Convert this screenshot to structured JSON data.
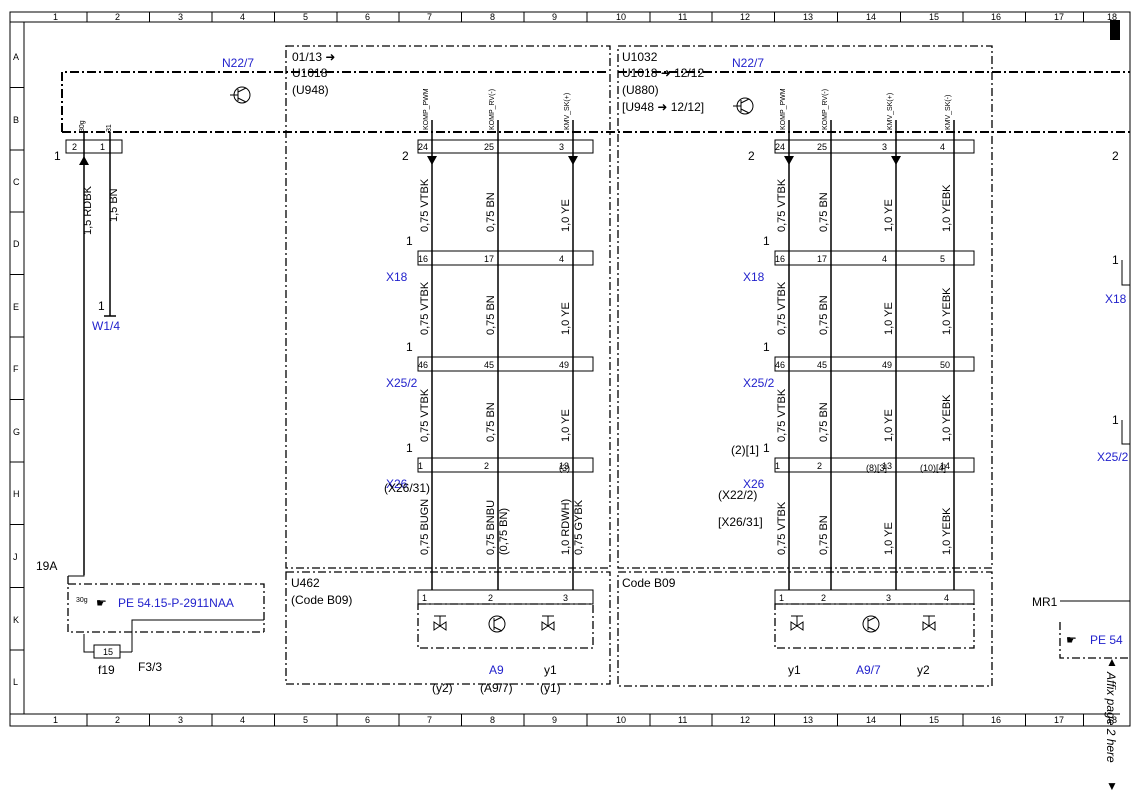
{
  "frame": {
    "columns": [
      "1",
      "2",
      "3",
      "4",
      "5",
      "6",
      "7",
      "8",
      "9",
      "10",
      "11",
      "12",
      "13",
      "14",
      "15",
      "16",
      "17",
      "18"
    ],
    "rows": [
      "A",
      "B",
      "C",
      "D",
      "E",
      "F",
      "G",
      "H",
      "J",
      "K",
      "L"
    ]
  },
  "side_note": "Affix page 2 here",
  "left": {
    "n22_label": "N22/7",
    "pins": [
      "2",
      "1"
    ],
    "pin_sig": [
      "30g",
      "31"
    ],
    "conn_num": "1",
    "wires": [
      "1,5 RDBK",
      "1,5 BN"
    ],
    "w_label": "W1/4",
    "w_num": "1",
    "j19": "19A",
    "pe_sig": "30g",
    "pe_ref": "PE 54.15-P-2911NAA",
    "fuse_num": "15",
    "fuse_label": "f19",
    "fuse_ref": "F3/3"
  },
  "block_a": {
    "header": [
      "01/13 ➜",
      "U1018",
      "(U948)"
    ],
    "ctrl_num": "2",
    "pins": [
      "24",
      "25",
      "3"
    ],
    "sigs": [
      "KOMP_PWM",
      "KOMP_RV(-)",
      "KMV_SK(+)"
    ],
    "wires_1": [
      "0,75 VTBK",
      "0,75 BN",
      "1,0 YE"
    ],
    "x18": {
      "label": "X18",
      "num": "1",
      "pins": [
        "16",
        "17",
        "4"
      ]
    },
    "wires_2": [
      "0,75 VTBK",
      "0,75 BN",
      "1,0 YE"
    ],
    "x252": {
      "label": "X25/2",
      "num": "1",
      "pins": [
        "46",
        "45",
        "49"
      ]
    },
    "wires_3": [
      "0,75 VTBK",
      "0,75 BN",
      "1,0 YE"
    ],
    "x26": {
      "label": "X26",
      "alt": "(X26/31)",
      "num": "1",
      "pins": [
        "1",
        "2",
        "13"
      ],
      "pin_alt": "(3)"
    },
    "wires_4": [
      "0,75 BUGN",
      "0,75 BNBU",
      "1,0 RDWH)"
    ],
    "wires_4b": [
      "",
      "(0,75 BN)",
      "0,75 GYBK"
    ],
    "u462": [
      "U462",
      "(Code B09)"
    ],
    "comp_pins": [
      "1",
      "2",
      "3"
    ],
    "comp_labels": [
      "A9",
      "y1"
    ],
    "comp_alt": [
      "(y2)",
      "(A9/7)",
      "(y1)"
    ]
  },
  "block_b": {
    "header": [
      "U1032",
      "U1018 ➜ 12/12",
      "(U880)",
      "[U948 ➜ 12/12]"
    ],
    "n22_label": "N22/7",
    "ctrl_num": "2",
    "pins": [
      "24",
      "25",
      "3",
      "4"
    ],
    "sigs": [
      "KOMP_PWM",
      "KOMP_RV(-)",
      "KMV_SK(+)",
      "KMV_SK(-)"
    ],
    "wires_1": [
      "0,75 VTBK",
      "0,75 BN",
      "1,0 YE",
      "1,0 YEBK"
    ],
    "x18": {
      "label": "X18",
      "num": "1",
      "pins": [
        "16",
        "17",
        "4",
        "5"
      ]
    },
    "wires_2": [
      "0,75 VTBK",
      "0,75 BN",
      "1,0 YE",
      "1,0 YEBK"
    ],
    "x252": {
      "label": "X25/2",
      "num": "1",
      "pins": [
        "46",
        "45",
        "49",
        "50"
      ]
    },
    "wires_3": [
      "0,75 VTBK",
      "0,75 BN",
      "1,0 YE",
      "1,0 YEBK"
    ],
    "x26": {
      "label": "X26",
      "alt": "(X22/2)",
      "alt2": "[X26/31]",
      "num": "1",
      "num_alt": "(2)[1]",
      "pins": [
        "1",
        "2",
        "13",
        "14"
      ],
      "pin_alt": [
        "(8)[3]",
        "(10)[4]"
      ]
    },
    "wires_4": [
      "0,75 VTBK",
      "0,75 BN",
      "1,0 YE",
      "1,0 YEBK"
    ],
    "code": "Code B09",
    "comp_pins": [
      "1",
      "2",
      "3",
      "4"
    ],
    "comp_labels": [
      "y1",
      "A9/7",
      "y2"
    ]
  },
  "right_edge": {
    "num2": "2",
    "x18": "X18",
    "x18_num": "1",
    "x252": "X25/2",
    "x252_num": "1",
    "mr1": "MR1",
    "pe": "PE 54"
  }
}
